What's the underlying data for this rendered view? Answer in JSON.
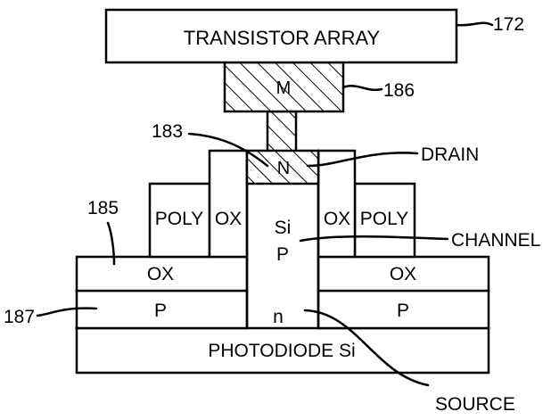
{
  "labels": {
    "transistor_array": "TRANSISTOR ARRAY",
    "metal": "M",
    "n_plus": "N",
    "poly_left": "POLY",
    "ox_left": "OX",
    "ox_right": "OX",
    "poly_right": "POLY",
    "si": "Si",
    "channel_p": "P",
    "ox_bottom_left": "OX",
    "ox_bottom_right": "OX",
    "p_left": "P",
    "p_right": "P",
    "n_region": "n",
    "photodiode": "PHOTODIODE Si"
  },
  "callouts": {
    "ref_172": "172",
    "ref_186": "186",
    "ref_183": "183",
    "ref_185": "185",
    "ref_187": "187",
    "drain": "DRAIN",
    "channel": "CHANNEL",
    "source": "SOURCE"
  }
}
